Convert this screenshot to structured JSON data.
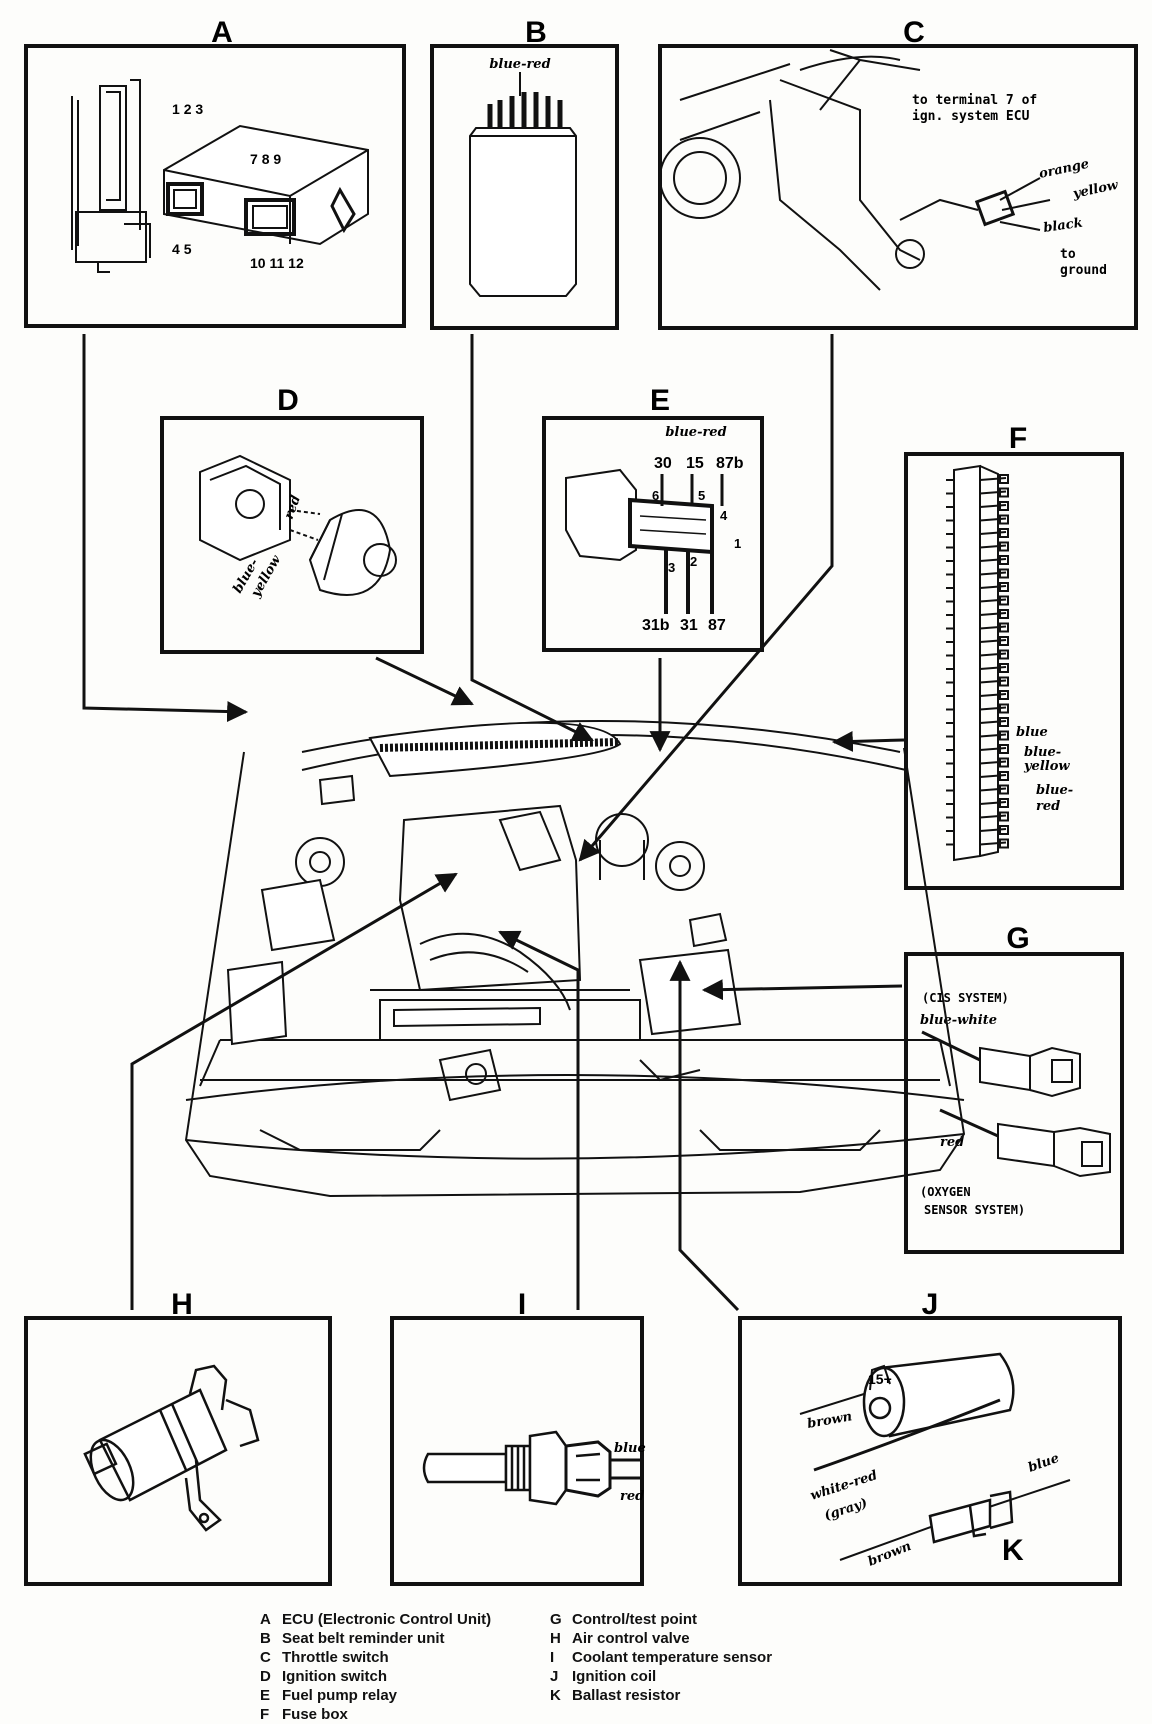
{
  "panels": {
    "A": {
      "letter": "A",
      "pins_top": [
        "1",
        "2",
        "3"
      ],
      "pins_bottom": [
        "4",
        "5"
      ],
      "pins_top2": [
        "7",
        "8",
        "9"
      ],
      "pins_bottom2": [
        "10",
        "11",
        "12"
      ]
    },
    "B": {
      "letter": "B",
      "wire": "blue-red"
    },
    "C": {
      "letter": "C",
      "note_line1": "to terminal 7 of",
      "note_line2": "ign. system ECU",
      "wire1": "orange",
      "wire2": "yellow",
      "wire3": "black",
      "ground1": "to",
      "ground2": "ground"
    },
    "D": {
      "letter": "D",
      "wire1": "red",
      "wire2a": "blue-",
      "wire2b": "yellow"
    },
    "E": {
      "letter": "E",
      "wire": "blue-red",
      "top_terms": [
        "30",
        "15",
        "87b"
      ],
      "bottom_terms": [
        "31b",
        "31",
        "87"
      ],
      "pins": [
        "6",
        "5",
        "4",
        "3",
        "2",
        "1"
      ]
    },
    "F": {
      "letter": "F",
      "wire1": "blue",
      "wire2a": "blue-",
      "wire2b": "yellow",
      "wire3a": "blue-",
      "wire3b": "red"
    },
    "G": {
      "letter": "G",
      "sys1": "(CIS SYSTEM)",
      "wire1": "blue-white",
      "wire2": "red",
      "sys2a": "(OXYGEN",
      "sys2b": "SENSOR SYSTEM)"
    },
    "H": {
      "letter": "H"
    },
    "I": {
      "letter": "I",
      "wire1": "blue",
      "wire2": "red"
    },
    "J": {
      "letter": "J",
      "term": "15+",
      "wire1": "brown",
      "wire2a": "white-red",
      "wire2b": "(gray)",
      "wire3": "blue",
      "wire4": "brown"
    },
    "K": {
      "letter": "K"
    }
  },
  "legend": {
    "left": [
      {
        "key": "A",
        "text": "ECU (Electronic Control Unit)"
      },
      {
        "key": "B",
        "text": "Seat belt reminder unit"
      },
      {
        "key": "C",
        "text": "Throttle switch"
      },
      {
        "key": "D",
        "text": "Ignition switch"
      },
      {
        "key": "E",
        "text": "Fuel pump relay"
      },
      {
        "key": "F",
        "text": "Fuse box"
      }
    ],
    "right": [
      {
        "key": "G",
        "text": "Control/test point"
      },
      {
        "key": "H",
        "text": "Air control valve"
      },
      {
        "key": "I",
        "text": "Coolant temperature sensor"
      },
      {
        "key": "J",
        "text": "Ignition coil"
      },
      {
        "key": "K",
        "text": "Ballast resistor"
      }
    ]
  }
}
